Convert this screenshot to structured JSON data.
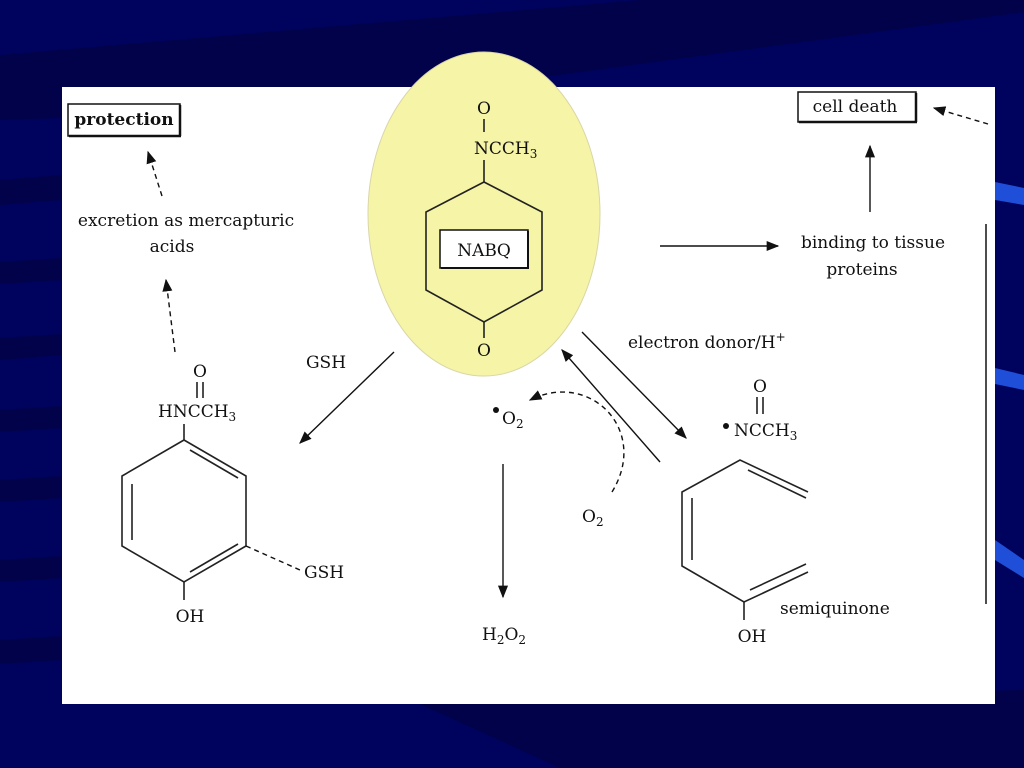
{
  "colors": {
    "background": "#00035e",
    "stripe": "#02024a",
    "accent_blue": "#1f4fd8",
    "panel": "#ffffff",
    "highlight": "#f6f4a6",
    "ink": "#111111"
  },
  "center": {
    "label": "NABQ",
    "o_label": "O",
    "nccH3_label": "NCCH",
    "nccH3_sub": "3",
    "bottom_o": "O"
  },
  "outcomes": {
    "protection": "protection",
    "cell_death": "cell death"
  },
  "path_left": {
    "excretion_line1": "excretion as mercapturic",
    "excretion_line2": "acids",
    "reagent": "GSH",
    "product_o": "O",
    "product_amide": "HNCCH",
    "product_amide_sub": "3",
    "product_oh": "OH",
    "product_gsh": "GSH"
  },
  "path_right": {
    "binding_line1": "binding to tissue",
    "binding_line2": "proteins",
    "electron_donor": "electron donor/H",
    "electron_donor_sup": "+",
    "semiquinone": "semiquinone",
    "semi_o": "O",
    "semi_radical": "NCCH",
    "semi_radical_sub": "3",
    "semi_oh": "OH"
  },
  "redox": {
    "superoxide": "O",
    "superoxide_sub": "2",
    "oxygen": "O",
    "oxygen_sub": "2",
    "peroxide_h": "H",
    "peroxide_h_sub": "2",
    "peroxide_o": "O",
    "peroxide_o_sub": "2"
  }
}
